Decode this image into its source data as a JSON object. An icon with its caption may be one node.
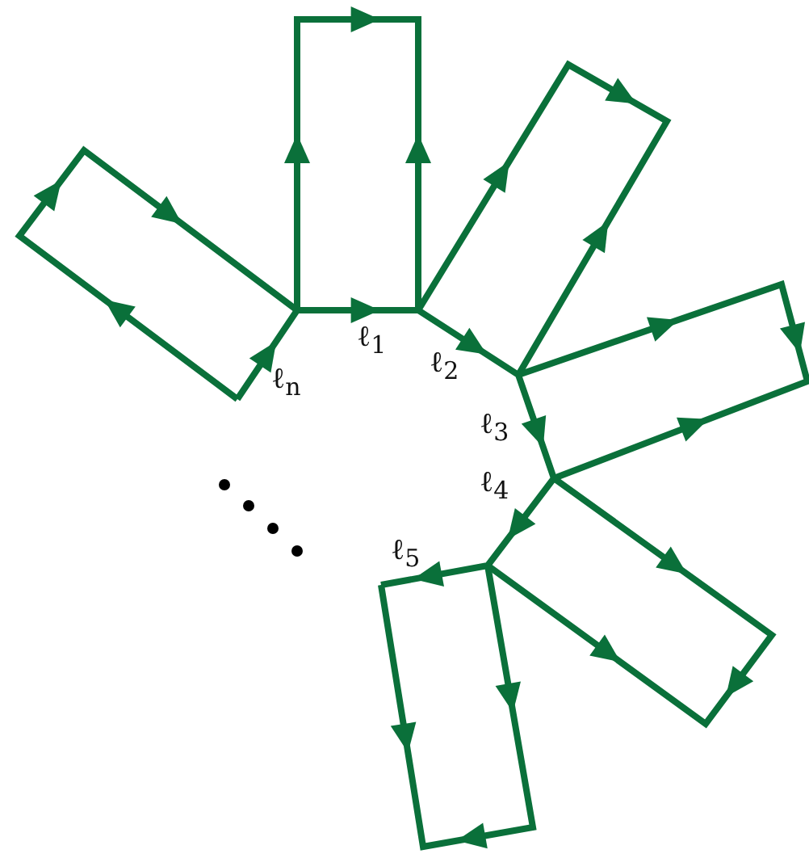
{
  "diagram": {
    "labels": [
      "ℓ$_{1}$",
      "ℓ$_{2}$",
      "ℓ$_{3}$",
      "ℓ$_{4}$",
      "ℓ$_{5}$",
      "ℓ$_{n}$"
    ]
  }
}
